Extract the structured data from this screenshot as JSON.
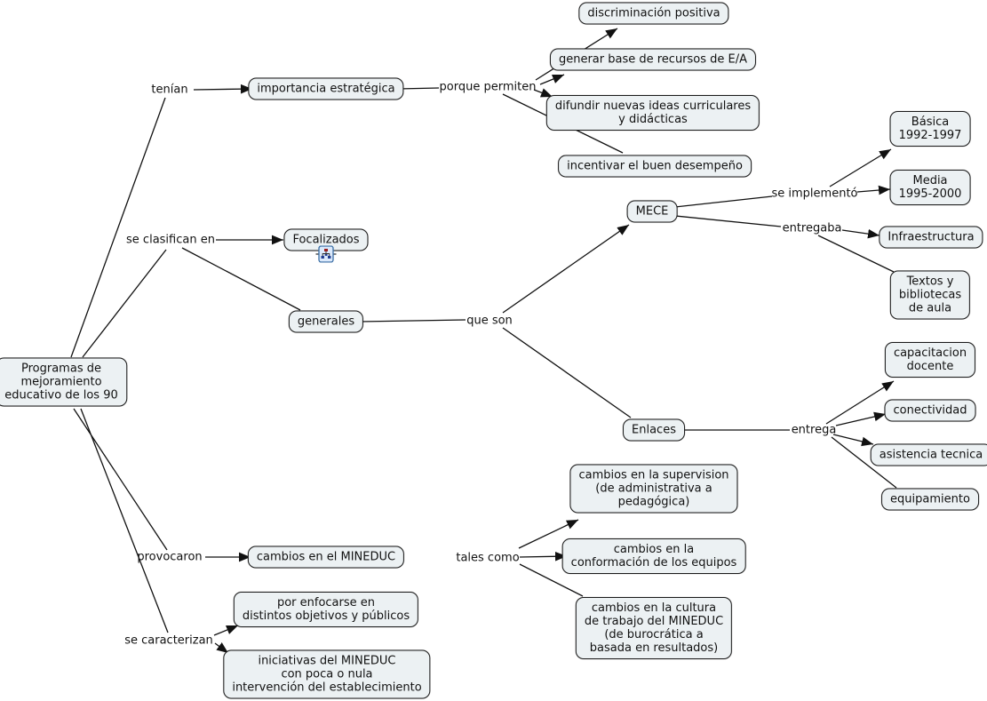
{
  "colors": {
    "background": "#ffffff",
    "node_fill": "#ecf1f3",
    "node_border": "#1c1c1c",
    "line_color": "#111111",
    "icon_border": "#3a6ea5",
    "icon_fill": "#dbe9fb"
  },
  "nodes": {
    "root": "Programas de\nmejoramiento\neducativo de los 90",
    "importancia": "importancia estratégica",
    "discriminacion": "discriminación positiva",
    "generar": "generar base de recursos de E/A",
    "difundir": "difundir nuevas ideas curriculares\ny didácticas",
    "incentivar": "incentivar el buen desempeño",
    "focalizados": "Focalizados",
    "generales": "generales",
    "mece": "MECE",
    "basica": "Básica\n1992-1997",
    "media": "Media\n1995-2000",
    "infraestructura": "Infraestructura",
    "textos": "Textos y\nbibliotecas\nde aula",
    "enlaces": "Enlaces",
    "capacitacion": "capacitacion\ndocente",
    "conectividad": "conectividad",
    "asistencia": "asistencia tecnica",
    "equipamiento": "equipamiento",
    "cambios_mineduc": "cambios en el MINEDUC",
    "supervision": "cambios en la supervision\n(de administrativa a\npedagógica)",
    "conformacion": "cambios en la\nconformación de los equipos",
    "cultura": "cambios en la cultura\nde trabajo del MINEDUC\n(de burocrática a\nbasada en resultados)",
    "enfocarse": "por enfocarse en\ndistintos objetivos y públicos",
    "iniciativas": "iniciativas del MINEDUC\ncon poca o nula\nintervención del establecimiento"
  },
  "phrases": {
    "tenian": "tenían",
    "porque_permiten": "porque permiten",
    "se_clasifican": "se clasifican en",
    "que_son": "que son",
    "se_implemento": "se implementó",
    "entregaba": "entregaba",
    "entrega": "entrega",
    "provocaron": "provocaron",
    "tales_como": "tales como",
    "se_caracterizan": "se caracterizan"
  },
  "icons": {
    "focalizados_resource": "linked-cmap-icon"
  }
}
